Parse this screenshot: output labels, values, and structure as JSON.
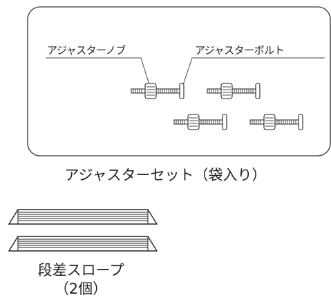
{
  "labels": {
    "adjuster_knob": "アジャスターノブ",
    "adjuster_bolt": "アジャスターボルト"
  },
  "captions": {
    "adjuster_set": "アジャスターセット（袋入り）",
    "step_slope": "段差スロープ",
    "step_slope_count": "（2個）"
  },
  "colors": {
    "stroke": "#222222",
    "panel_border": "#555555",
    "fill": "#ffffff"
  }
}
